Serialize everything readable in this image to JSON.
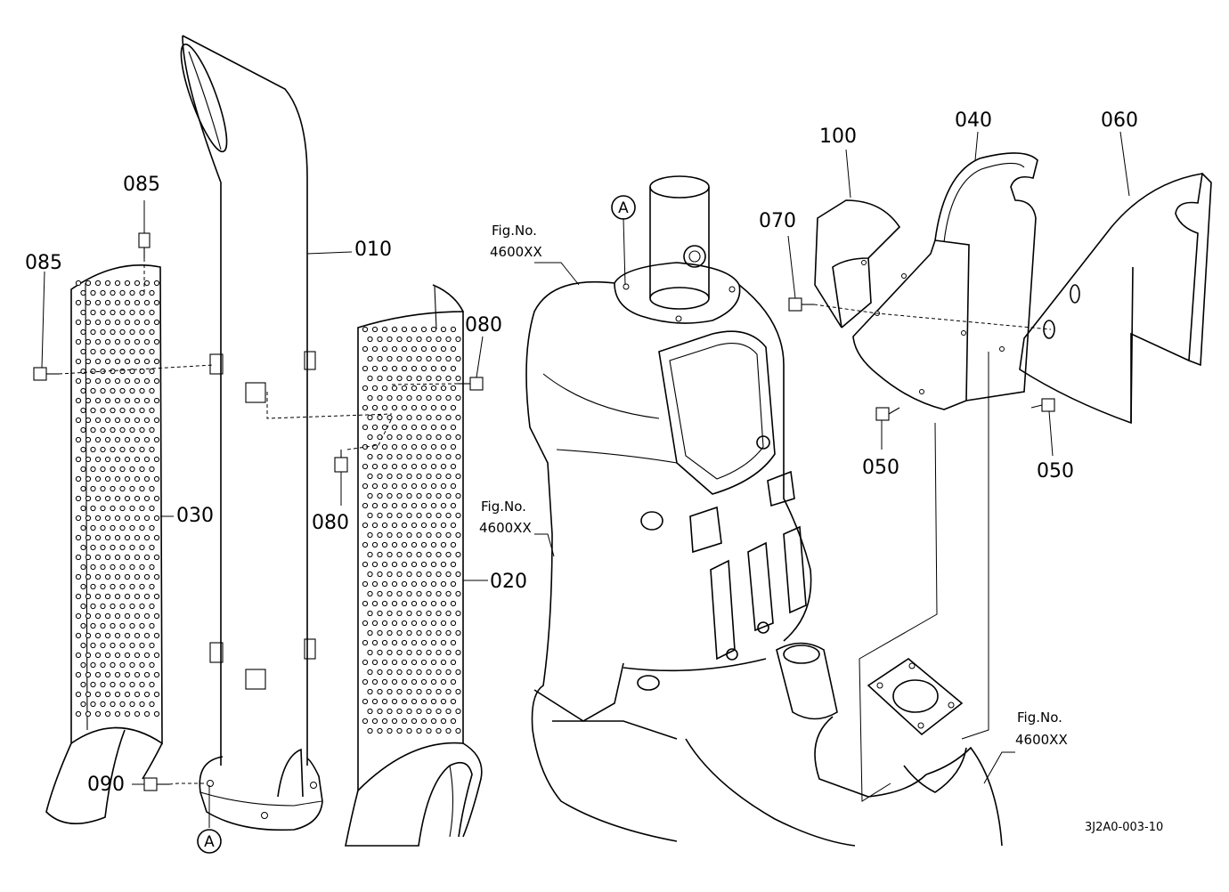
{
  "diagram": {
    "part_labels": {
      "p010": "010",
      "p020": "020",
      "p030": "030",
      "p040": "040",
      "p050_left": "050",
      "p050_right": "050",
      "p060": "060",
      "p070": "070",
      "p080_top": "080",
      "p080_mid": "080",
      "p085_top": "085",
      "p085_left": "085",
      "p090": "090",
      "p100": "100"
    },
    "reference_marks": {
      "a_top": "A",
      "a_bottom": "A"
    },
    "figure_refs": [
      {
        "line1": "Fig.No.",
        "line2": "4600XX"
      },
      {
        "line1": "Fig.No.",
        "line2": "4600XX"
      },
      {
        "line1": "Fig.No.",
        "line2": "4600XX"
      }
    ],
    "drawing_code": "3J2A0-003-10"
  }
}
